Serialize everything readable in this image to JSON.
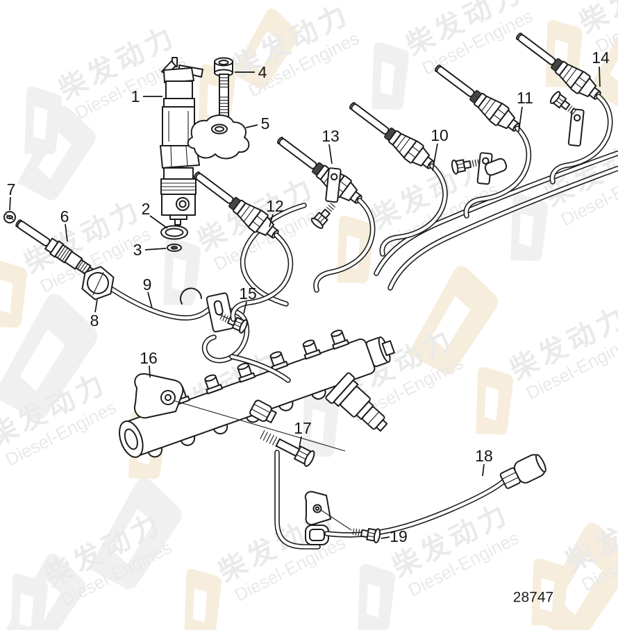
{
  "figure": {
    "type": "exploded parts diagram",
    "drawing_number": "28747",
    "callouts": [
      {
        "label": "1"
      },
      {
        "label": "2"
      },
      {
        "label": "3"
      },
      {
        "label": "4"
      },
      {
        "label": "5"
      },
      {
        "label": "6"
      },
      {
        "label": "7"
      },
      {
        "label": "8"
      },
      {
        "label": "9"
      },
      {
        "label": "10"
      },
      {
        "label": "11"
      },
      {
        "label": "12"
      },
      {
        "label": "13"
      },
      {
        "label": "14"
      },
      {
        "label": "15"
      },
      {
        "label": "16"
      },
      {
        "label": "17"
      },
      {
        "label": "18"
      },
      {
        "label": "19"
      }
    ]
  },
  "watermark": {
    "cn": "柴发动力",
    "en": "Diesel-Engines",
    "text_color": "#e9e9e9",
    "logo_gray": "#f0f0f0",
    "logo_tan": "#f7eddc"
  }
}
